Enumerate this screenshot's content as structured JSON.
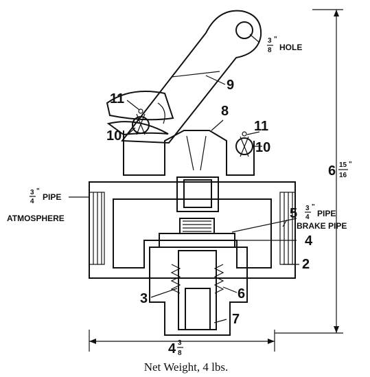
{
  "labels": {
    "hole": "HOLE",
    "hole_frac_num": "3",
    "hole_frac_den": "8",
    "hole_inch": "\"",
    "pipe_left_frac_num": "3",
    "pipe_left_frac_den": "4",
    "pipe_left_inch": "\"",
    "pipe_left": "PIPE",
    "atmosphere": "ATMOSPHERE",
    "pipe_right_frac_num": "3",
    "pipe_right_frac_den": "4",
    "pipe_right_inch": "\"",
    "pipe_right": "PIPE",
    "brake_pipe": "BRAKE PIPE",
    "height_whole": "6",
    "height_num": "15",
    "height_den": "16",
    "height_inch": "\"",
    "width_whole": "4",
    "width_num": "3",
    "width_den": "8"
  },
  "parts": {
    "p2": "2",
    "p3": "3",
    "p4": "4",
    "p5": "5",
    "p6": "6",
    "p7": "7",
    "p8": "8",
    "p9": "9",
    "p10a": "10",
    "p10b": "10",
    "p11a": "11",
    "p11b": "11"
  },
  "caption": "Net Weight, 4 lbs."
}
